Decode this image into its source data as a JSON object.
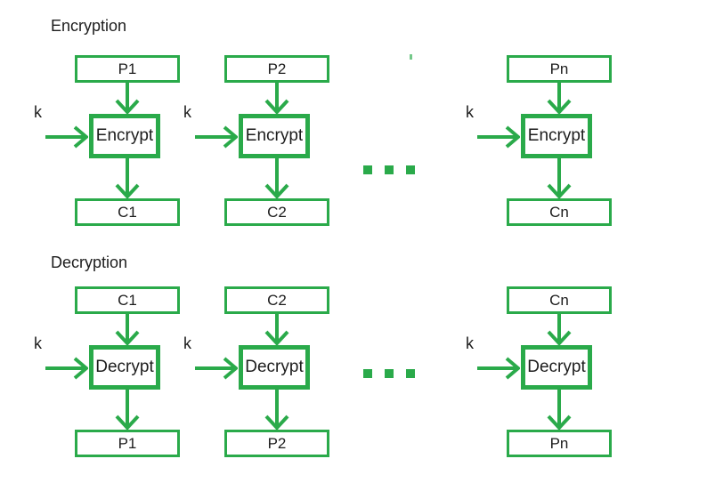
{
  "diagram": {
    "colors": {
      "green": "#2aaa4a",
      "text": "#1d1d1d",
      "background": "#ffffff"
    },
    "ellipsis_style": "three-green-squares",
    "encryption": {
      "title": "Encryption",
      "key_label": "k",
      "columns": [
        {
          "input": "P1",
          "process": "Encrypt",
          "output": "C1"
        },
        {
          "input": "P2",
          "process": "Encrypt",
          "output": "C2"
        },
        {
          "input": "Pn",
          "process": "Encrypt",
          "output": "Cn"
        }
      ]
    },
    "decryption": {
      "title": "Decryption",
      "key_label": "k",
      "columns": [
        {
          "input": "C1",
          "process": "Decrypt",
          "output": "P1"
        },
        {
          "input": "C2",
          "process": "Decrypt",
          "output": "P2"
        },
        {
          "input": "Cn",
          "process": "Decrypt",
          "output": "Pn"
        }
      ]
    }
  }
}
